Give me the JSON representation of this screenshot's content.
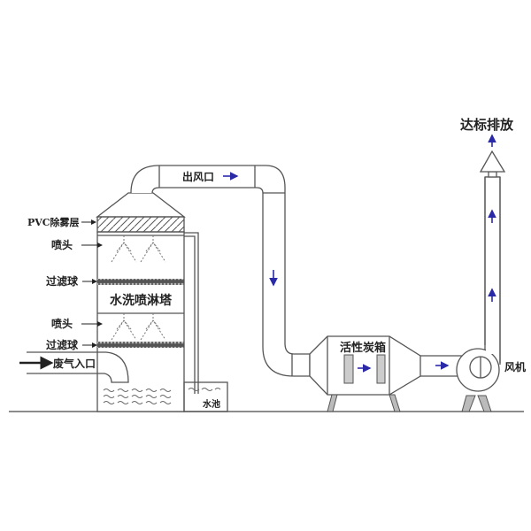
{
  "labels": {
    "pvc_layer": "PVC除雾层",
    "nozzle_upper": "喷头",
    "filter_upper": "过滤球",
    "tower": "水洗喷淋塔",
    "nozzle_lower": "喷头",
    "filter_lower": "过滤球",
    "inlet": "废气入口",
    "pool": "水池",
    "outlet": "出风口",
    "carbon_box": "活性炭箱",
    "fan": "风机",
    "discharge": "达标排放"
  },
  "colors": {
    "flow_arrow": "#2a2aa8",
    "line": "#555555"
  }
}
